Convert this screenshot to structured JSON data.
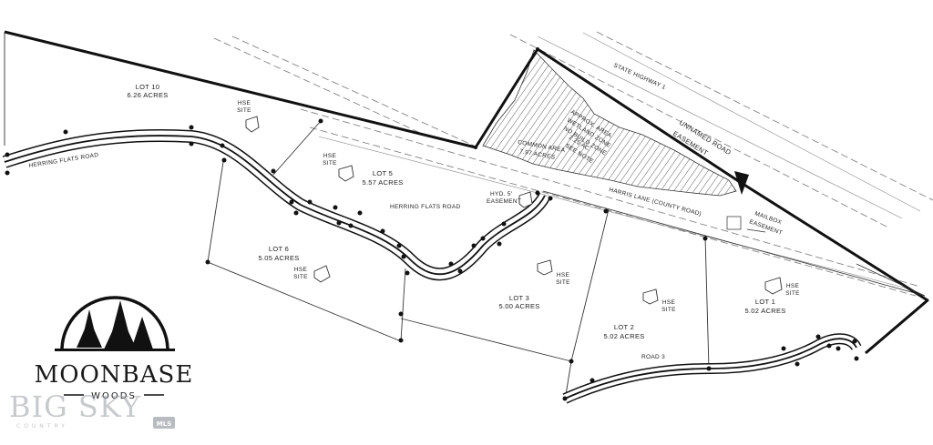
{
  "lots": [
    {
      "name": "LOT 10",
      "acres": "6.26 ACRES"
    },
    {
      "name": "LOT 5",
      "acres": "5.57 ACRES"
    },
    {
      "name": "LOT 6",
      "acres": "5.05 ACRES"
    },
    {
      "name": "LOT 3",
      "acres": "5.00 ACRES"
    },
    {
      "name": "LOT 2",
      "acres": "5.02 ACRES"
    },
    {
      "name": "LOT 1",
      "acres": "5.02 ACRES"
    }
  ],
  "hse_site": {
    "line1": "HSE",
    "line2": "SITE"
  },
  "roads": {
    "herring_flats_left": "HERRING FLATS ROAD",
    "herring_flats_center": "HERRING FLATS ROAD",
    "harris_lane": "HARRIS LANE (COUNTY ROAD)",
    "state_highway": "STATE HIGHWAY 1",
    "unnamed_road_1": "UNNAMED ROAD",
    "unnamed_road_2": "EASEMENT",
    "road3": "ROAD 3"
  },
  "common_area": {
    "name": "COMMON AREA",
    "acres": "7.97 ACRES"
  },
  "wetland": {
    "line1": "APPROX. AREA",
    "line2": "WETLAND ZONE",
    "line3": "NO BUILD ZONE",
    "line4": "2.25 AC.",
    "line5": "SEE NOTE"
  },
  "hyd_easement": {
    "line1": "HYD. 5'",
    "line2": "EASEMENT"
  },
  "mailbox_easement": {
    "line1": "MAILBOX",
    "line2": "EASEMENT"
  },
  "logo": {
    "name": "MOONBASE",
    "sub": "WOODS"
  },
  "watermark": {
    "name": "BIG SKY",
    "sub": "COUNTRY",
    "badge": "MLS"
  }
}
